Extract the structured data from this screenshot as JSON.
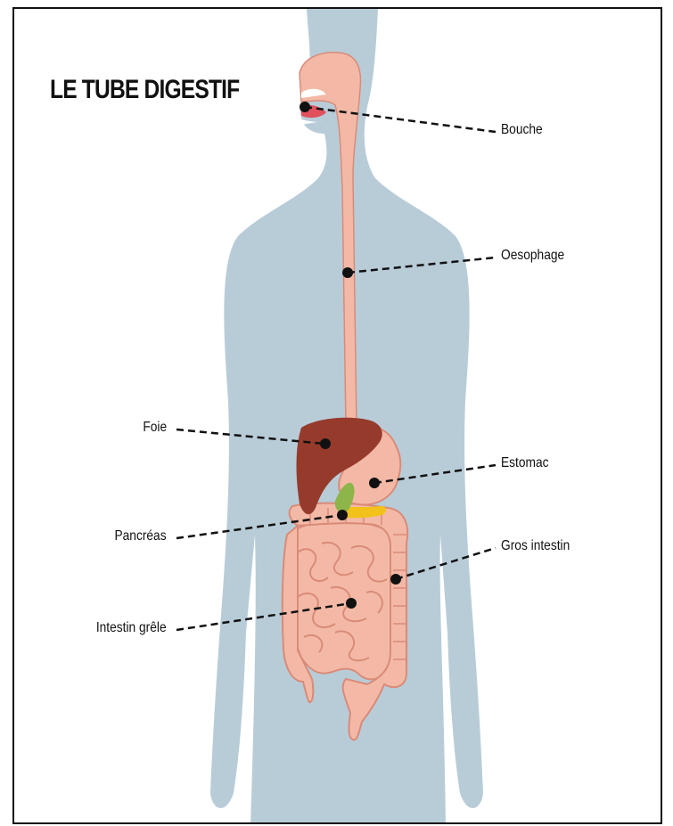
{
  "title": "LE TUBE DIGESTIF",
  "labels": {
    "bouche": "Bouche",
    "oesophage": "Oesophage",
    "foie": "Foie",
    "estomac": "Estomac",
    "pancreas": "Pancréas",
    "gros_intestin": "Gros intestin",
    "intestin_grele": "Intestin grêle"
  },
  "colors": {
    "body": "#b8ccd8",
    "tract": "#f3b9a6",
    "tract_outline": "#d98b78",
    "liver": "#963b2c",
    "gallbladder": "#8eb54a",
    "pancreas": "#f2c21b",
    "mouth": "#e0505d",
    "leader": "#111111"
  }
}
